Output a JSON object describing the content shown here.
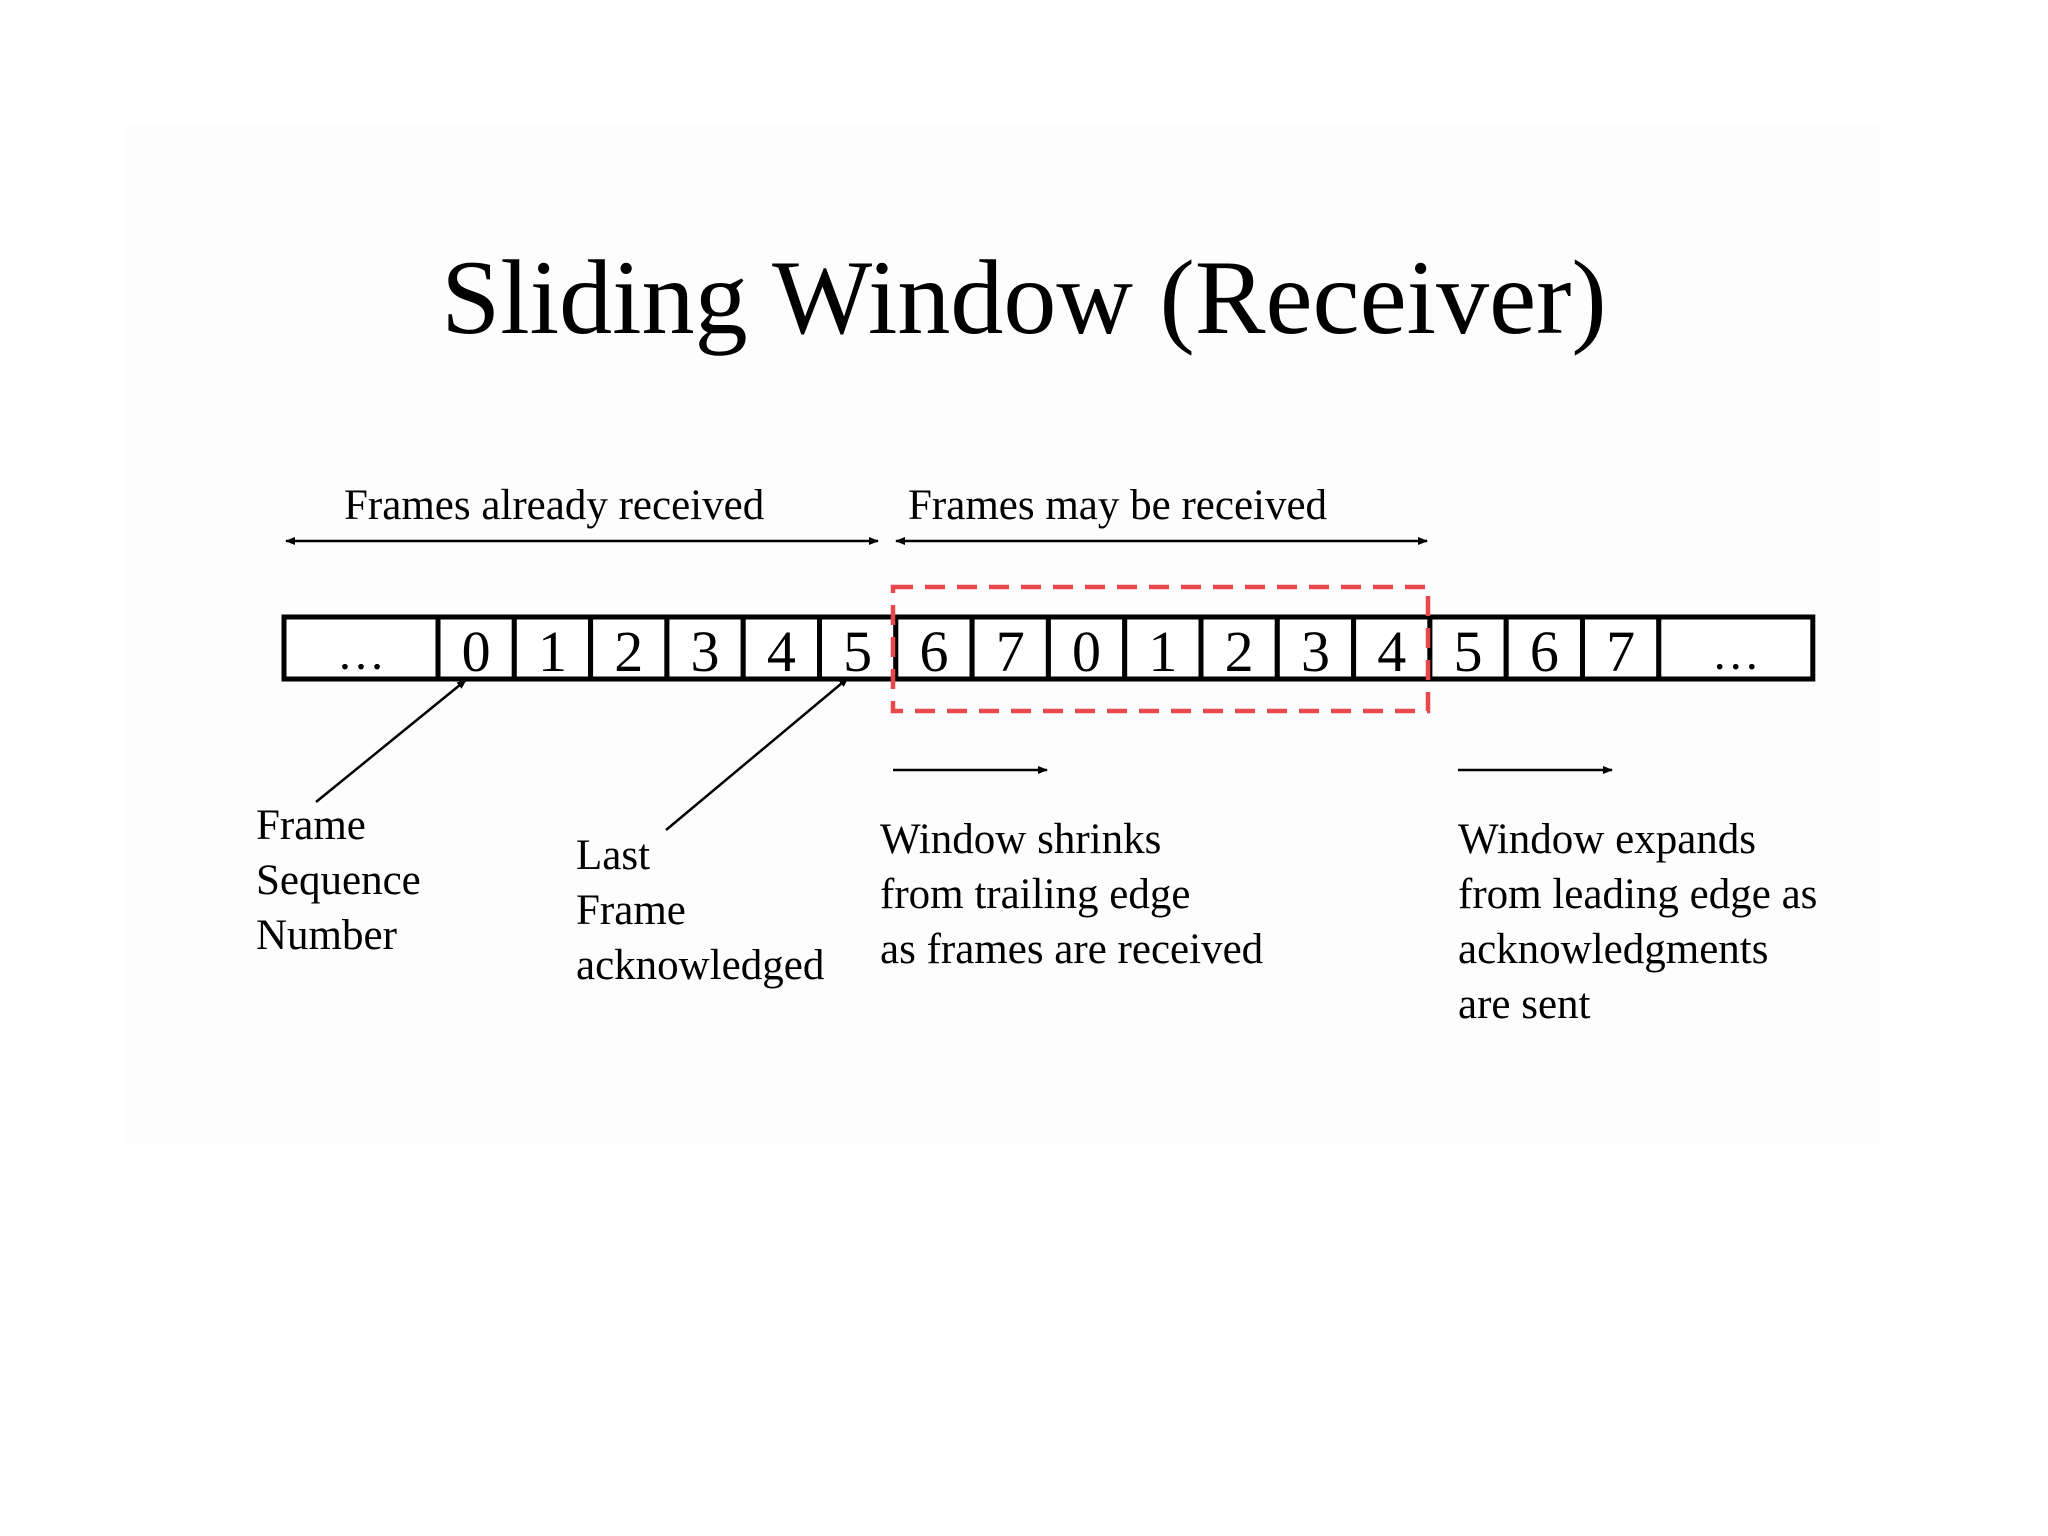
{
  "title": "Sliding Window (Receiver)",
  "colors": {
    "window_outline": "#e8474c",
    "ink": "#000000"
  },
  "sequence": {
    "cells": [
      "…",
      "0",
      "1",
      "2",
      "3",
      "4",
      "5",
      "6",
      "7",
      "0",
      "1",
      "2",
      "3",
      "4",
      "5",
      "6",
      "7",
      "…"
    ]
  },
  "labels": {
    "frames_already_received": "Frames already received",
    "frames_may_be_received": "Frames may be received",
    "frame_sequence_number": "Frame\nSequence\nNumber",
    "last_frame_acknowledged": "Last\nFrame\nacknowledged",
    "window_shrinks": "Window shrinks\nfrom trailing edge\nas frames are received",
    "window_expands": "Window expands\nfrom leading edge as\nacknowledgments\nare sent"
  }
}
